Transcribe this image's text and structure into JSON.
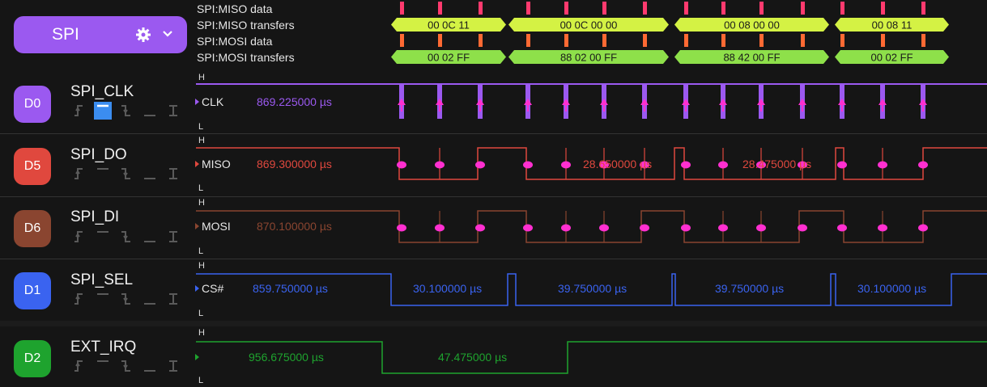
{
  "analyzer": {
    "label": "SPI",
    "rows": [
      "SPI:MISO data",
      "SPI:MISO transfers",
      "SPI:MOSI data",
      "SPI:MOSI transfers"
    ],
    "miso_transfers": [
      "00 0C 11",
      "00 0C 00 00",
      "00 08 00 00",
      "00 08 11"
    ],
    "mosi_transfers": [
      "00 02 FF",
      "88 02 00 FF",
      "88 42 00 FF",
      "00 02 FF"
    ]
  },
  "channels": [
    {
      "badge": "D0",
      "name": "SPI_CLK",
      "probe": "CLK",
      "color": "#9b59f0",
      "time": "869.225000 µs",
      "h": "H",
      "l": "L"
    },
    {
      "badge": "D5",
      "name": "SPI_DO",
      "probe": "MISO",
      "color": "#e0483e",
      "time": "869.300000 µs",
      "h": "H",
      "l": "L",
      "marks": [
        "28.650000 µs",
        "28.475000 µs"
      ]
    },
    {
      "badge": "D6",
      "name": "SPI_DI",
      "probe": "MOSI",
      "color": "#8a4530",
      "time": "870.100000 µs",
      "h": "H",
      "l": "L"
    },
    {
      "badge": "D1",
      "name": "SPI_SEL",
      "probe": "CS#",
      "color": "#3a63f0",
      "time": "859.750000 µs",
      "h": "H",
      "l": "L",
      "marks": [
        "30.100000 µs",
        "39.750000 µs",
        "39.750000 µs",
        "30.100000 µs"
      ]
    },
    {
      "badge": "D2",
      "name": "EXT_IRQ",
      "probe": "",
      "color": "#1ea32e",
      "time": "956.675000 µs",
      "h": "H",
      "l": "L",
      "marks": [
        "47.475000 µs"
      ]
    }
  ],
  "colors": {
    "miso_transfer": "#d4f244",
    "mosi_transfer": "#8ee04a",
    "miso_tick": "#ff3a6e",
    "mosi_tick": "#ff6a33",
    "sample_dot": "#ff2fd0"
  }
}
